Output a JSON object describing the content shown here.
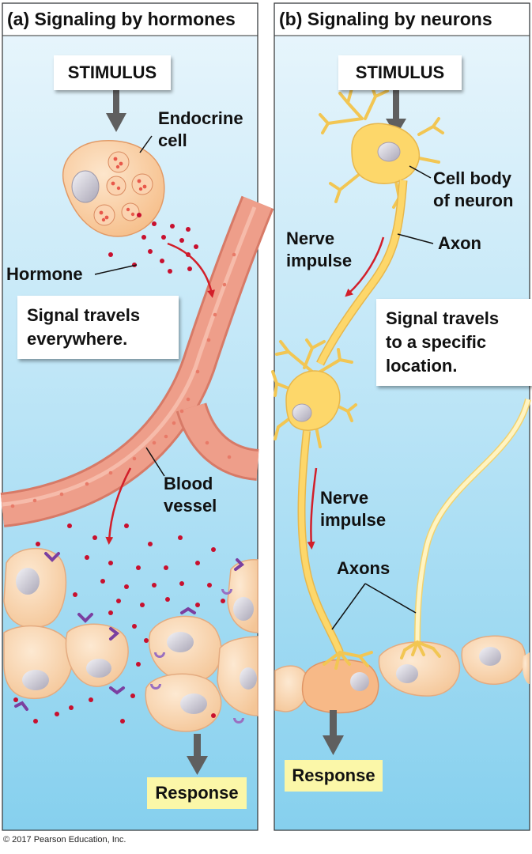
{
  "panel_a": {
    "title": "(a) Signaling by hormones",
    "stimulus": "STIMULUS",
    "endocrine_label": [
      "Endocrine",
      "cell"
    ],
    "hormone_label": "Hormone",
    "signal_text": [
      "Signal travels",
      "everywhere."
    ],
    "blood_vessel_label": [
      "Blood",
      "vessel"
    ],
    "response": "Response"
  },
  "panel_b": {
    "title": "(b) Signaling by neurons",
    "stimulus": "STIMULUS",
    "cell_body_label": [
      "Cell body",
      "of neuron"
    ],
    "axon_label": "Axon",
    "nerve_impulse_1": [
      "Nerve",
      "impulse"
    ],
    "signal_text": [
      "Signal travels",
      "to a specific",
      "location."
    ],
    "nerve_impulse_2": [
      "Nerve",
      "impulse"
    ],
    "axons_label": "Axons",
    "response": "Response"
  },
  "copyright": "© 2017 Pearson Education, Inc.",
  "colors": {
    "panel_bg_top": "#e8f5fb",
    "panel_bg_bottom": "#8ed3ef",
    "vessel": "#ec9a88",
    "cell": "#fbd5ae",
    "neuron": "#fdd76a",
    "hormone": "#c8102e",
    "receptor": "#7b3fa0",
    "arrow": "#606060",
    "response_bg": "#fbf7a8"
  }
}
